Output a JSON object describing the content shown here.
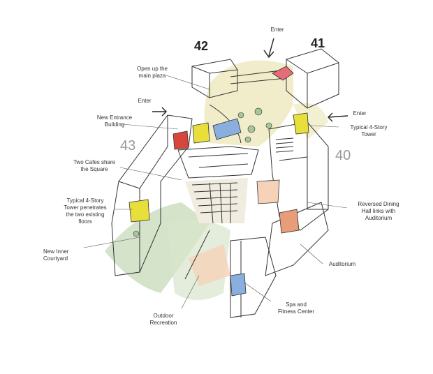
{
  "building_numbers": {
    "b42": "42",
    "b41": "41",
    "b43": "43",
    "b40": "40"
  },
  "labels": {
    "enter_top": "Enter",
    "open_plaza": "Open up the\nmain plaza",
    "enter_left": "Enter",
    "new_entrance": "New Entrance\nBuilding",
    "enter_right": "Enter",
    "typical_tower": "Typical 4-Story\nTower",
    "two_cafes": "Two Cafes share\nthe Square",
    "tower_penetrates": "Typical 4-Story\nTower penetrates\nthe two existing\nfloors",
    "reversed_dining": "Reversed Dining\nHall links with\nAuditorium",
    "inner_courtyard": "New Inner\nCourtyard",
    "auditorium": "Auditorium",
    "outdoor_recreation": "Outdoor\nRecreation",
    "spa_fitness": "Spa and\nFitness Center"
  },
  "colors": {
    "plaza_yellow": "#eee9bf",
    "courtyard_green": "#c9dcbc",
    "yellow_tower": "#e8df3a",
    "red_block": "#d8453a",
    "blue_block": "#8aaede",
    "orange_dining": "#e89c78",
    "peach_floor": "#f5d2b8",
    "pink_roof": "#e76c7a",
    "tree_green": "#a4c69a",
    "line": "#333333"
  }
}
